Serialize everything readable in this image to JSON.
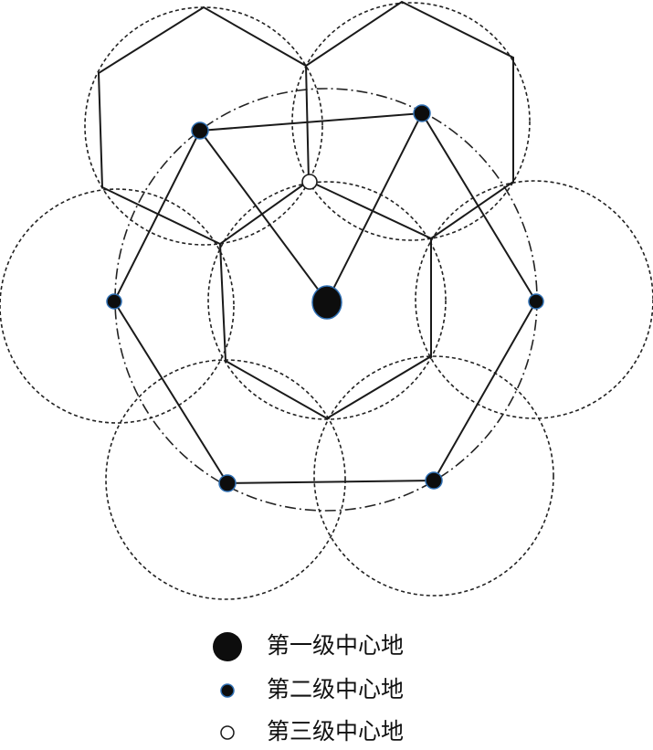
{
  "legend": [
    {
      "label": "第一级中心地",
      "marker": "large-filled-circle"
    },
    {
      "label": "第二级中心地",
      "marker": "small-filled-circle"
    },
    {
      "label": "第三级中心地",
      "marker": "open-circle"
    }
  ],
  "colors": {
    "line": "#1a1a1a",
    "node_fill": "#0d0d0d",
    "node_outline": "#2f6fb3"
  }
}
